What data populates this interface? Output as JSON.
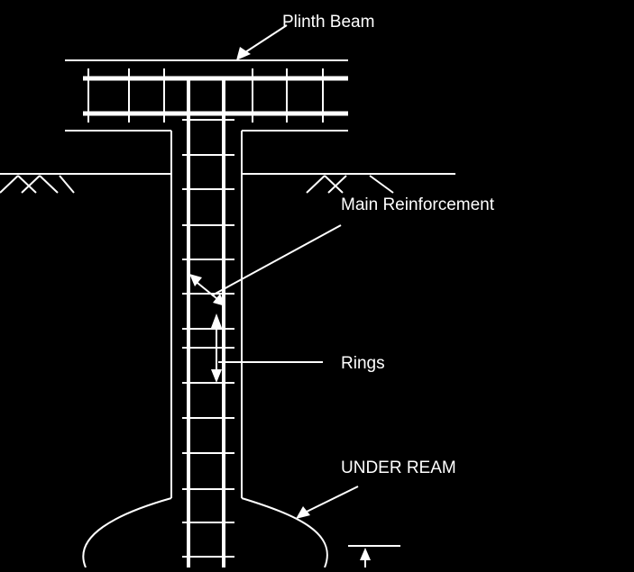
{
  "diagram": {
    "background_color": "#000000",
    "line_color": "#ffffff",
    "labels": {
      "plinth_beam": "Plinth Beam",
      "main_reinforcement": "Main Reinforcement",
      "rings": "Rings",
      "under_ream": "UNDER REAM"
    },
    "icons": [
      "arrow-head-icon",
      "ground-hatch-icon",
      "double-arrow-icon"
    ]
  }
}
